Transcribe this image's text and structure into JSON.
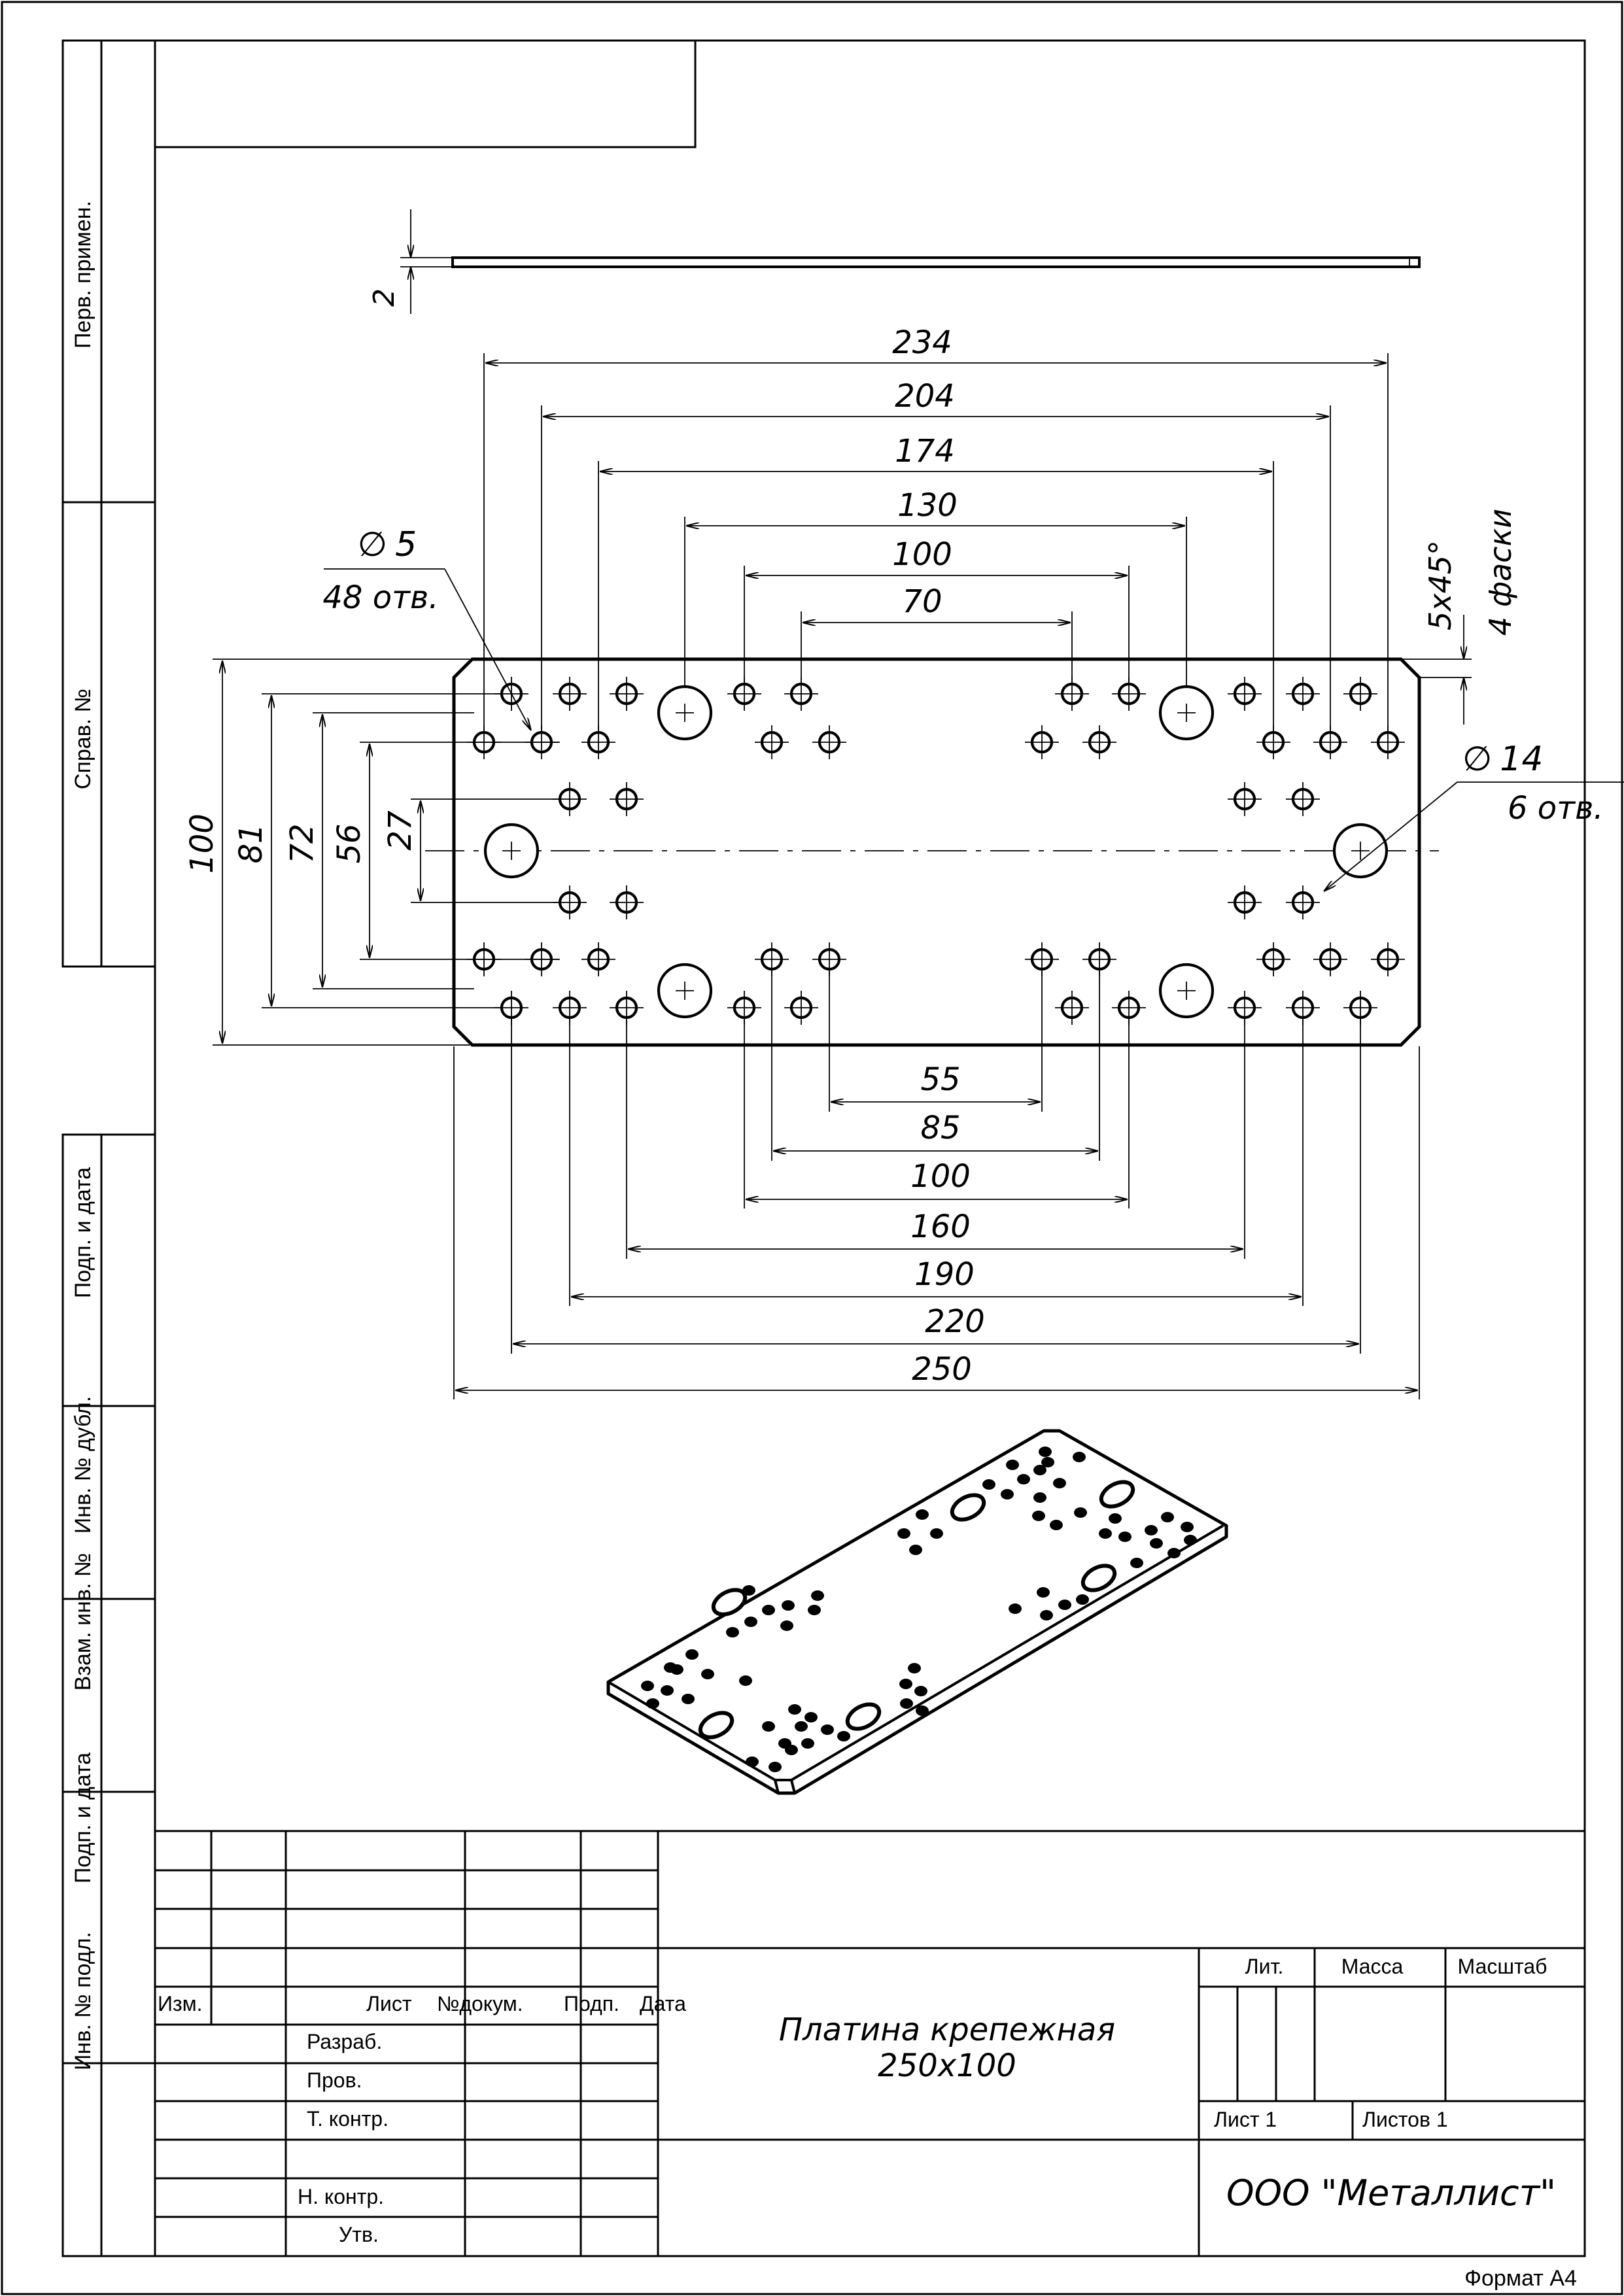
{
  "side_columns": {
    "perv_primen": "Перв. примен.",
    "sprav_no": "Справ. №",
    "podp_data_1": "Подп. и дата",
    "inv_dubl": "Инв. № дубл.",
    "vzam_inv": "Взам. инв. №",
    "podp_data_2": "Подп. и дата",
    "inv_podl": "Инв. № подл."
  },
  "drawing": {
    "thickness": "2",
    "top_dims": [
      "234",
      "204",
      "174",
      "130",
      "100",
      "70"
    ],
    "bottom_dims": [
      "55",
      "85",
      "100",
      "160",
      "190",
      "220",
      "250"
    ],
    "left_dims": [
      "100",
      "81",
      "72",
      "56",
      "27"
    ],
    "hole_small": {
      "diam": "5",
      "count": "48 отв."
    },
    "hole_large": {
      "diam": "14",
      "count": "6 отв."
    },
    "chamfer": {
      "size": "5x45°",
      "count": "4 фаски"
    },
    "diam_symbol": "∅"
  },
  "title_block": {
    "headers": {
      "izm": "Изм.",
      "list": "Лист",
      "no_dokum": "№докум.",
      "podp": "Подп.",
      "data": "Дата"
    },
    "roles": {
      "razrab": "Разраб.",
      "prov": "Пров.",
      "t_kontr": "Т. контр.",
      "n_kontr": "Н. контр.",
      "utv": "Утв."
    },
    "name_line1": "Платина крепежная",
    "name_line2": "250x100",
    "lit": "Лит.",
    "massa": "Масса",
    "masshtab": "Масштаб",
    "sheet": "Лист 1",
    "sheets": "Листов 1",
    "company": "ООО \"Металлист\""
  },
  "format": "Формат А4"
}
